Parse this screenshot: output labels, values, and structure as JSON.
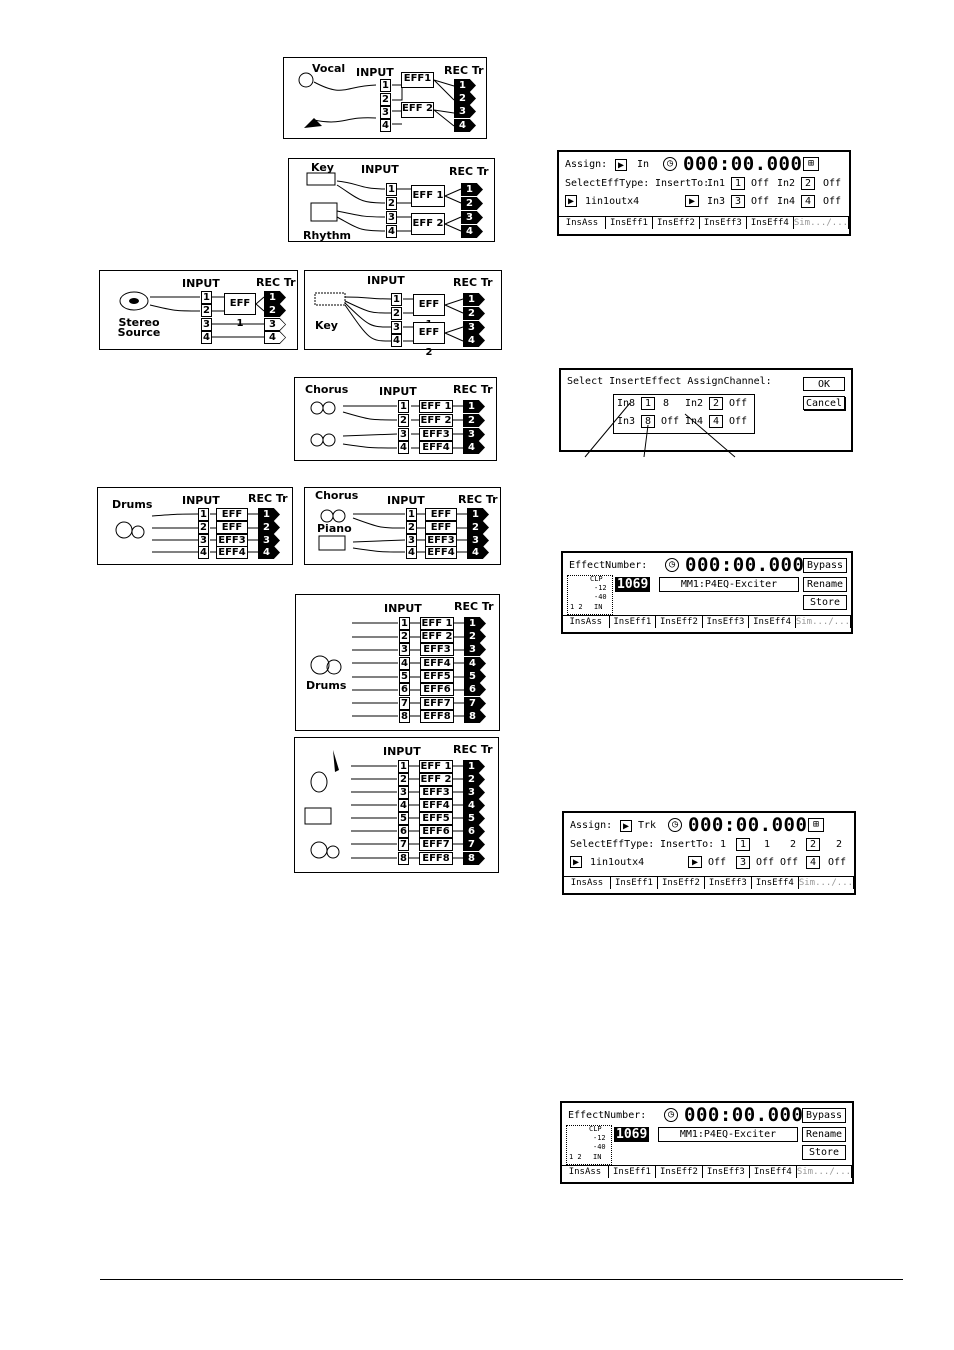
{
  "diagram_labels": {
    "input": "INPUT",
    "rec_tr": "REC Tr",
    "vocal": "Vocal",
    "key": "Key",
    "rhythm": "Rhythm",
    "stereo_source": "Stereo Source",
    "chorus": "Chorus",
    "drums": "Drums",
    "piano": "Piano"
  },
  "effects": {
    "eff1_compact": "EFF1",
    "eff2_compact": "EFF 2",
    "eff1": "EFF 1",
    "eff2": "EFF 2",
    "eff3": "EFF3",
    "eff4": "EFF4",
    "eff5": "EFF5",
    "eff6": "EFF6",
    "eff7": "EFF7",
    "eff8": "EFF8"
  },
  "numbers": [
    "1",
    "2",
    "3",
    "4",
    "5",
    "6",
    "7",
    "8"
  ],
  "lcd_assign_in": {
    "assign_label": "Assign:",
    "mode": "In",
    "time": "000:00.000",
    "select_type": "SelectEffType:",
    "insert_to": "InsertTo:",
    "type_value": "1in1outx4",
    "row1": [
      "In1",
      "1",
      "Off",
      "In2",
      "2",
      "Off"
    ],
    "row2": [
      "In3",
      "3",
      "Off",
      "In4",
      "4",
      "Off"
    ]
  },
  "dialog": {
    "title": "Select InsertEffect AssignChannel:",
    "ok": "OK",
    "cancel": "Cancel",
    "row1": [
      "In8",
      "1",
      "8",
      "In2",
      "2",
      "Off"
    ],
    "row2": [
      "In3",
      "8",
      "Off",
      "In4",
      "4",
      "Off"
    ]
  },
  "lcd_effect": {
    "label": "EffectNumber:",
    "time": "000:00.000",
    "bypass": "Bypass",
    "rename": "Rename",
    "store": "Store",
    "number": "1069",
    "name": "MM1:P4EQ-Exciter",
    "meter": [
      "CLP",
      "-12",
      "-40",
      "1 2",
      "IN"
    ]
  },
  "lcd_assign_trk": {
    "assign_label": "Assign:",
    "mode": "Trk",
    "time": "000:00.000",
    "select_type": "SelectEffType:",
    "insert_to": "InsertTo:",
    "type_value": "1in1outx4",
    "row1": [
      "1",
      "1",
      "1",
      "2",
      "2",
      "2"
    ],
    "row2": [
      "Off",
      "3",
      "Off",
      "Off",
      "4",
      "Off"
    ]
  },
  "tabs": [
    "InsAss",
    "InsEff1",
    "InsEff2",
    "InsEff3",
    "InsEff4",
    "Sim.../..."
  ]
}
